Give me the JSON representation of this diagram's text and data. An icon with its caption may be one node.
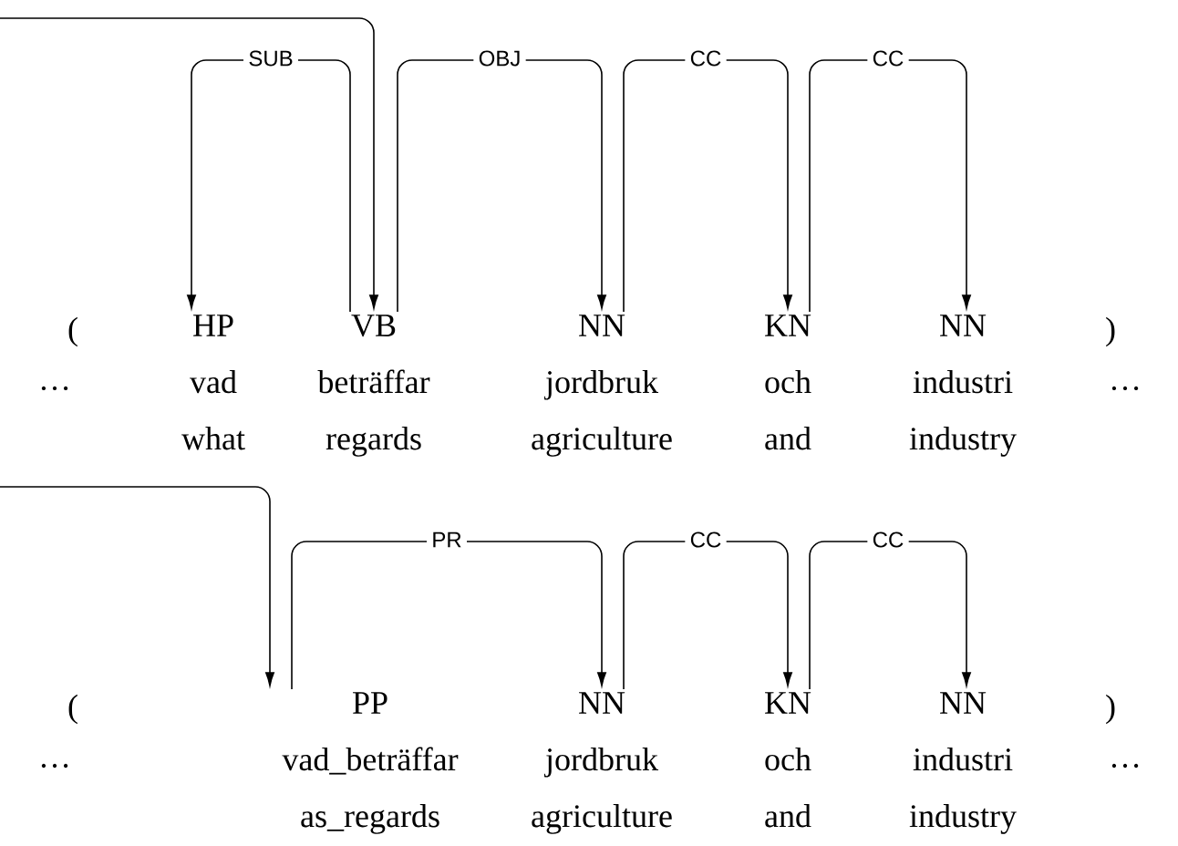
{
  "diagram": {
    "nodes": [
      {
        "text": [
          "HP",
          "vad",
          "what"
        ]
      },
      {
        "text": [
          "VB",
          "beträffar",
          "regards"
        ]
      },
      {
        "text": [
          "NN",
          "jordbruk",
          "agriculture"
        ]
      },
      {
        "text": [
          "KN",
          "och",
          "and"
        ]
      },
      {
        "text": [
          "NN",
          "industri",
          "industry"
        ]
      },
      {
        "text": [
          "PP",
          "vad_beträffar",
          "as_regards"
        ]
      },
      {
        "text": [
          "NN",
          "jordbruk",
          "agriculture"
        ]
      },
      {
        "text": [
          "KN",
          "och",
          "and"
        ]
      },
      {
        "text": [
          "NN",
          "industri",
          "industry"
        ]
      }
    ],
    "edges": [
      {
        "from": null,
        "to": 1,
        "arrow": "to"
      },
      {
        "from": 1,
        "to": 0,
        "label": "SUB",
        "arrow": "to"
      },
      {
        "from": 1,
        "to": 2,
        "label": "OBJ",
        "arrow": "to"
      },
      {
        "from": 2,
        "to": 3,
        "label": "CC",
        "arrow": "to"
      },
      {
        "from": 3,
        "to": 4,
        "label": "CC",
        "arrow": "to"
      },
      {
        "from": null,
        "to": 5,
        "arrow": "to"
      },
      {
        "from": 5,
        "to": 6,
        "label": "PR",
        "arrow": "to"
      },
      {
        "from": 6,
        "to": 7,
        "label": "CC",
        "arrow": "to"
      },
      {
        "from": 7,
        "to": 8,
        "label": "CC",
        "arrow": "to"
      }
    ],
    "labels": [
      "(",
      ")",
      "…",
      "…",
      "(",
      ")",
      "…",
      "…"
    ]
  }
}
